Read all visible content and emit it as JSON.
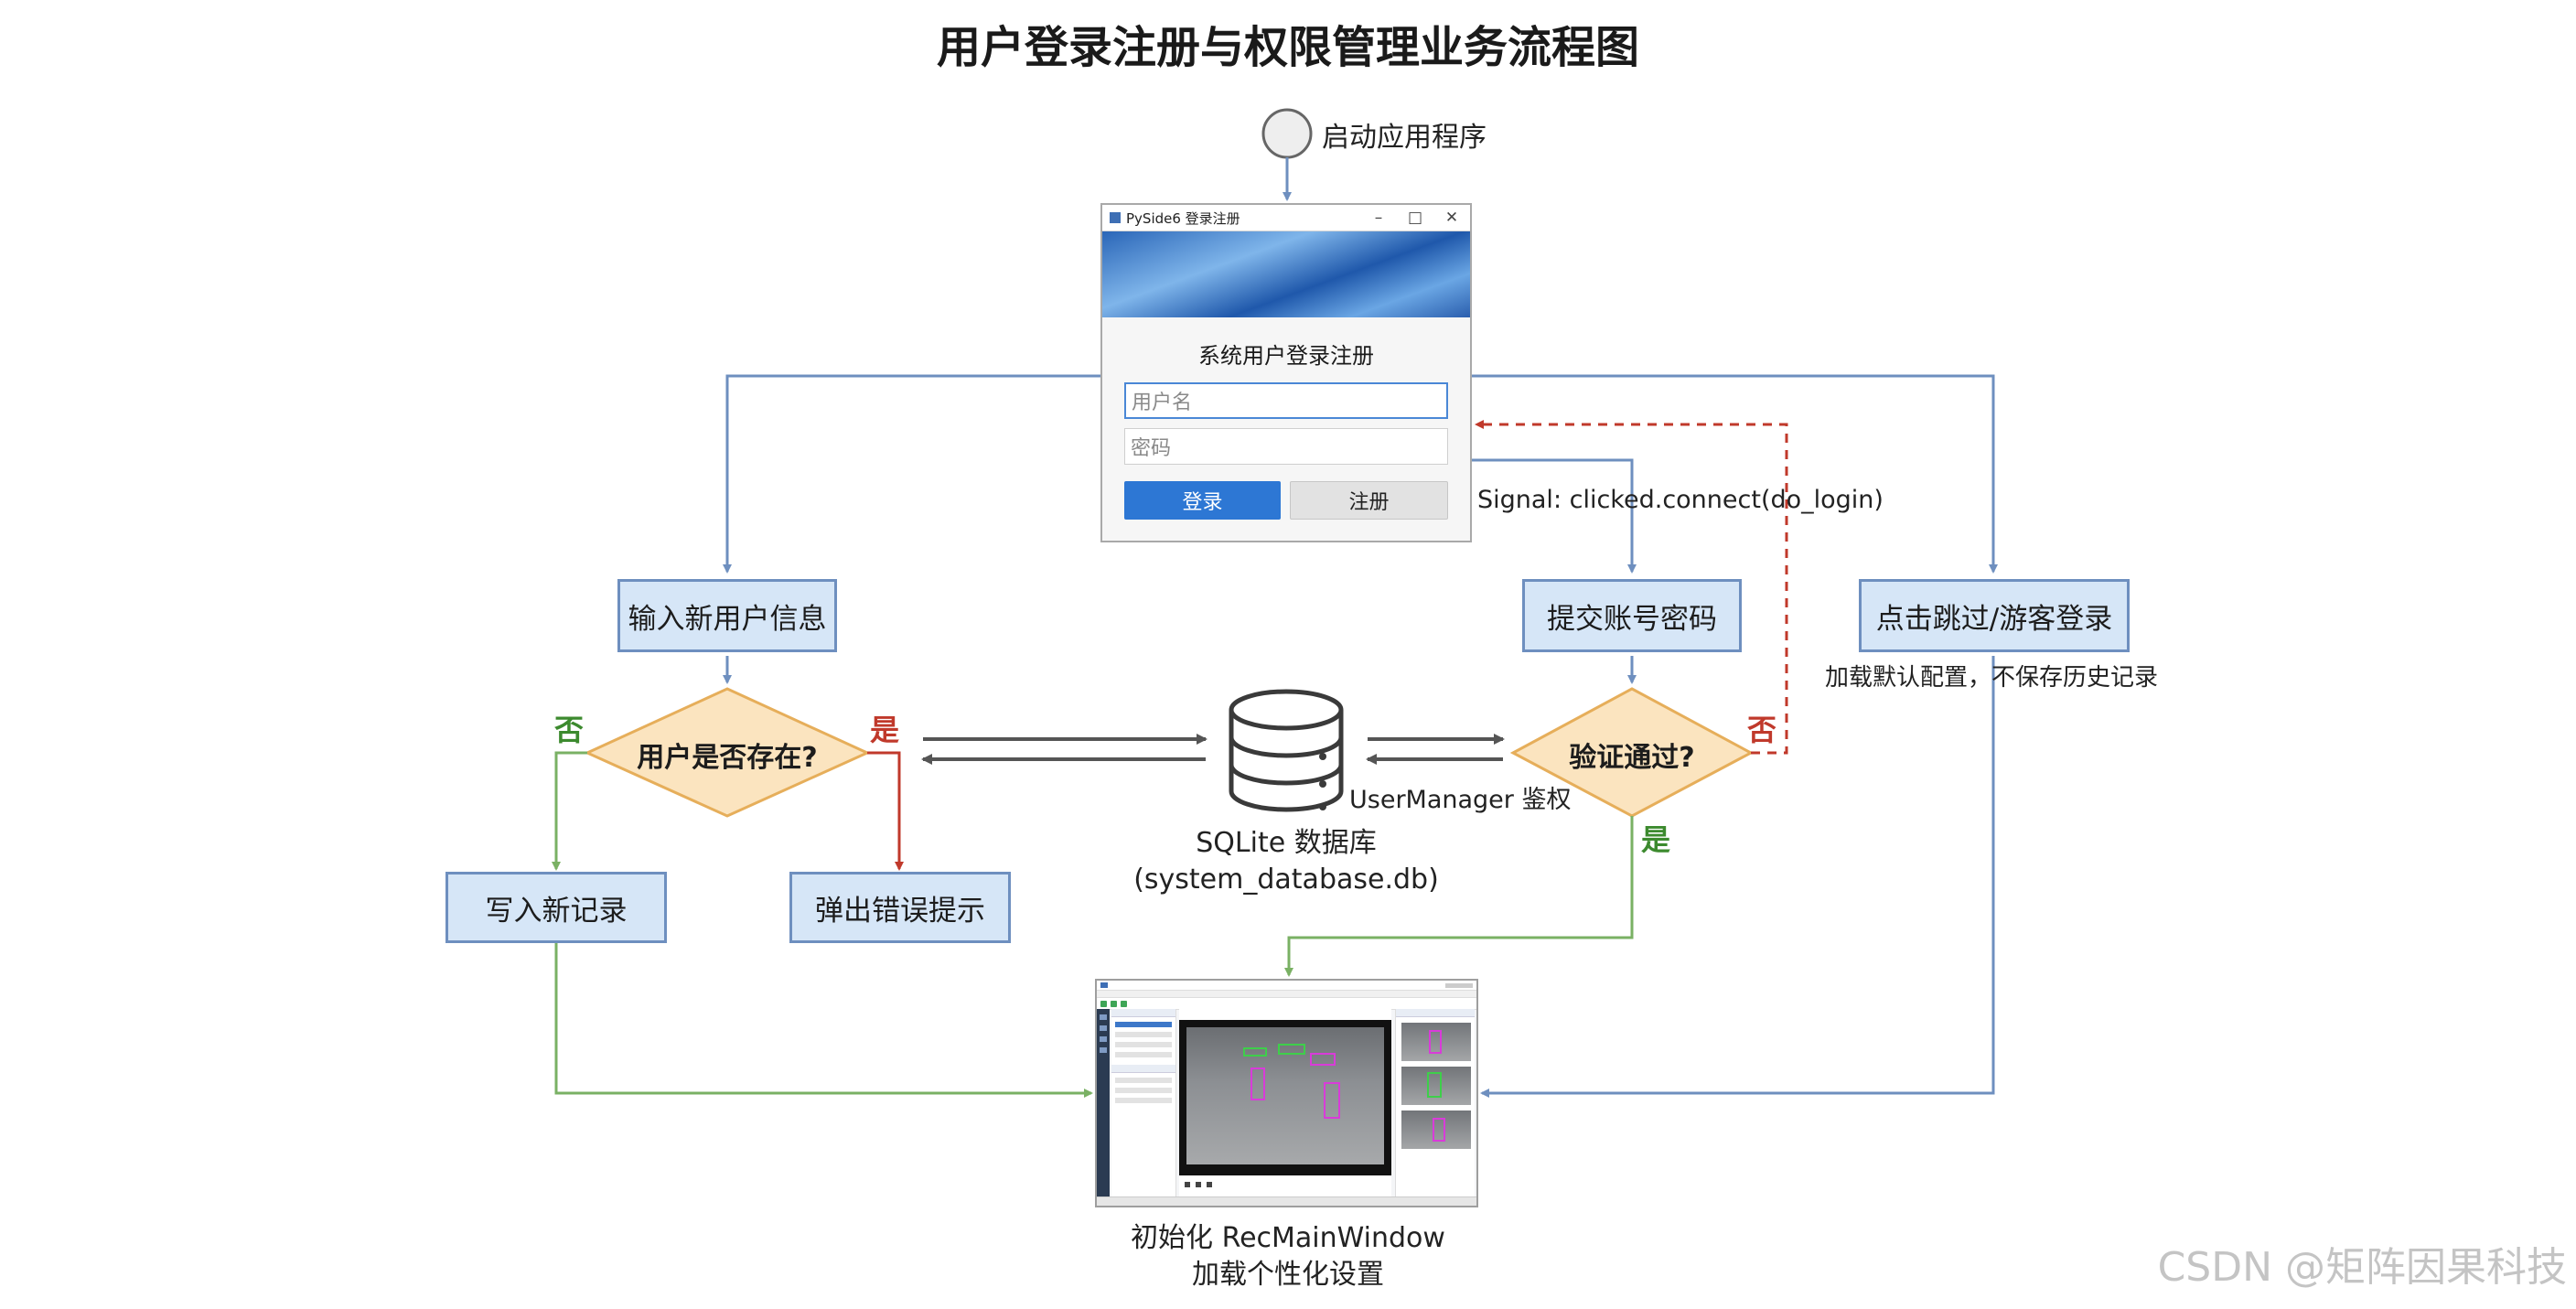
{
  "title": "用户登录注册与权限管理业务流程图",
  "start": {
    "label": "启动应用程序"
  },
  "login_window": {
    "titlebar": "PySide6 登录注册",
    "heading": "系统用户登录注册",
    "username_placeholder": "用户名",
    "password_placeholder": "密码",
    "login_button": "登录",
    "register_button": "注册",
    "banner_color": "#2a66b8"
  },
  "signal_label": "Signal: clicked.connect(do_login)",
  "nodes": {
    "register_input": "输入新用户信息",
    "submit_credentials": "提交账号密码",
    "guest_login": "点击跳过/游客登录",
    "guest_note": "加载默认配置，不保存历史记录",
    "user_exists": "用户是否存在?",
    "verify_pass": "验证通过?",
    "write_record": "写入新记录",
    "show_error": "弹出错误提示"
  },
  "edges": {
    "no_left": "否",
    "yes_left": "是",
    "no_right": "否",
    "yes_right": "是"
  },
  "database": {
    "name": "SQLite 数据库",
    "file": "(system_database.db)",
    "auth_label": "UserManager 鉴权"
  },
  "main_window": {
    "line1": "初始化 RecMainWindow",
    "line2": "加载个性化设置"
  },
  "watermark": "CSDN @矩阵因果科技",
  "colors": {
    "blue_line": "#6e8fbf",
    "green_line": "#7ab164",
    "red_line": "#c0392b",
    "box_fill": "#d6e6f7",
    "diamond_fill": "#fbe4bf",
    "diamond_border": "#e6ae5a"
  }
}
